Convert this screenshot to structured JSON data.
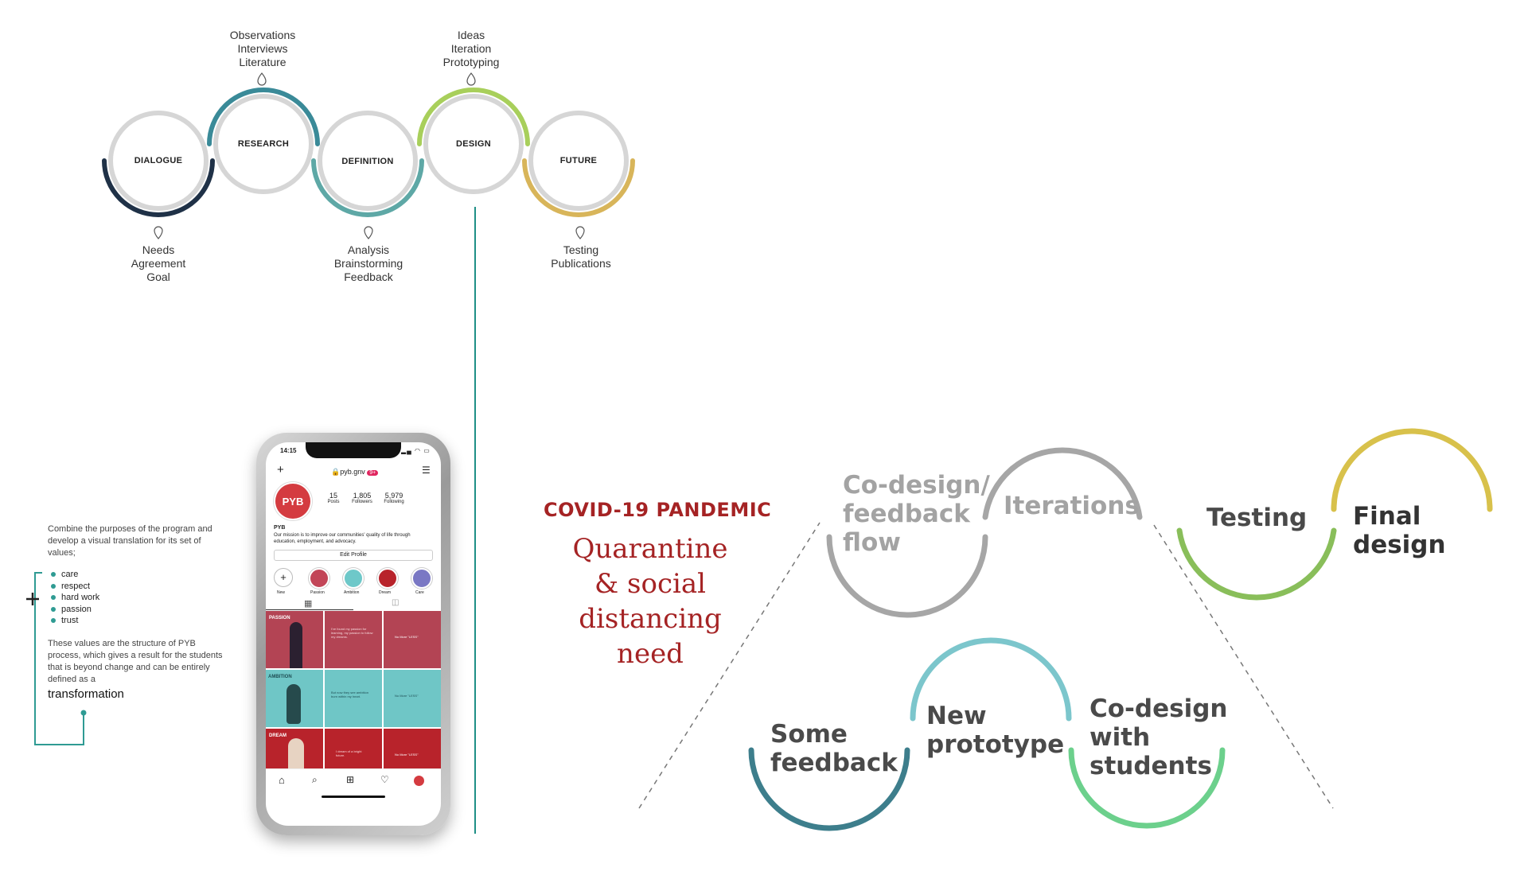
{
  "process": {
    "stages": [
      {
        "name": "DIALOGUE",
        "notes": [
          "Needs",
          "Agreement",
          "Goal"
        ]
      },
      {
        "name": "RESEARCH",
        "notes": [
          "Observations",
          "Interviews",
          "Literature"
        ]
      },
      {
        "name": "DEFINITION",
        "notes": [
          "Analysis",
          "Brainstorming",
          "Feedback"
        ]
      },
      {
        "name": "DESIGN",
        "notes": [
          "Ideas",
          "Iteration",
          "Prototyping"
        ]
      },
      {
        "name": "FUTURE",
        "notes": [
          "Testing",
          "Publications"
        ]
      }
    ],
    "colors": {
      "dialogue": "#1f3147",
      "research": "#3a8a98",
      "definition": "#5ea8a6",
      "design": "#a8cf5b",
      "future": "#d8b55a",
      "ring": "#d0d0d0",
      "line": "#1f8f86"
    }
  },
  "values_panel": {
    "intro": "Combine the purposes of the program and develop a visual translation for its set of values;",
    "values": [
      "care",
      "respect",
      "hard work",
      "passion",
      "trust"
    ],
    "outro": "These values are the structure of PYB process, which gives a result for the students that is beyond change and can be entirely defined as a",
    "result": "transformation"
  },
  "phone": {
    "time": "14:15",
    "handle": "pyb.gnv",
    "badge": "9+",
    "avatar": "PYB",
    "stats": [
      {
        "value": "15",
        "label": "Posts"
      },
      {
        "value": "1,805",
        "label": "Followers"
      },
      {
        "value": "5,979",
        "label": "Following"
      }
    ],
    "name": "PYB",
    "bio": "Our mission is to improve our communities' quality of life through education, employment, and advocacy.",
    "edit_profile": "Edit Profile",
    "highlights": [
      "New",
      "Passion",
      "Ambition",
      "Dream",
      "Care"
    ],
    "rows": [
      {
        "label": "PASSION",
        "quote": "I've found my passion for learning, my passion to follow my dreams.",
        "tag": "No More \"LESS\""
      },
      {
        "label": "AMBITION",
        "quote": "But now they see ambition burn within my heart.",
        "tag": "No More \"LESS\""
      },
      {
        "label": "DREAM",
        "quote": "I dream of a bright future.",
        "tag": "No More \"LESS\""
      }
    ]
  },
  "covid": {
    "title": "COVID-19 PANDEMIC",
    "subtitle_lines": [
      "Quarantine",
      "& social",
      "distancing",
      "need"
    ]
  },
  "iteration": {
    "top": [
      {
        "lines": [
          "Co-design/",
          "feedback",
          "flow"
        ]
      },
      {
        "lines": [
          "Iterations"
        ]
      },
      {
        "lines": [
          "Testing"
        ]
      },
      {
        "lines": [
          "Final",
          "design"
        ]
      }
    ],
    "bottom": [
      {
        "lines": [
          "Some",
          "feedback"
        ]
      },
      {
        "lines": [
          "New",
          "prototype"
        ]
      },
      {
        "lines": [
          "Co-design",
          "with",
          "students"
        ]
      }
    ]
  }
}
